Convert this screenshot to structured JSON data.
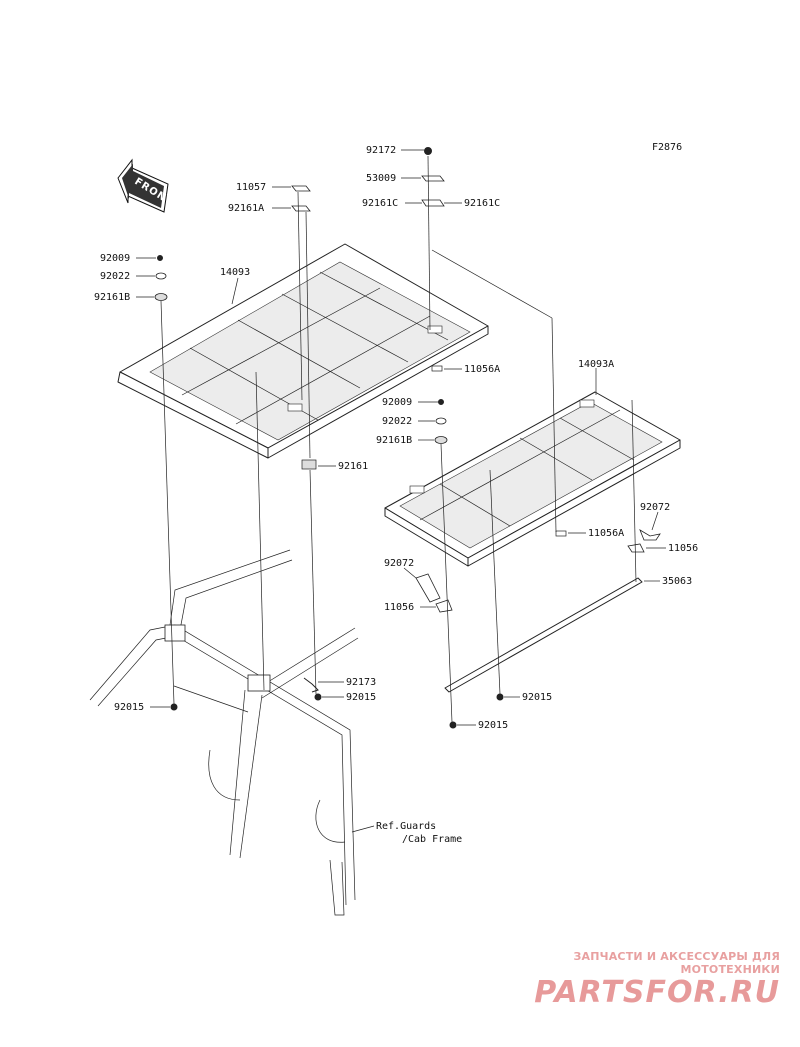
{
  "figure_code": "F2876",
  "front_badge": "FRONT",
  "parts": [
    {
      "id": "p-92172",
      "label": "92172"
    },
    {
      "id": "p-53009",
      "label": "53009"
    },
    {
      "id": "p-92161c-l",
      "label": "92161C"
    },
    {
      "id": "p-92161c-r",
      "label": "92161C"
    },
    {
      "id": "p-11057",
      "label": "11057"
    },
    {
      "id": "p-92161a",
      "label": "92161A"
    },
    {
      "id": "p-92009-a",
      "label": "92009"
    },
    {
      "id": "p-92022-a",
      "label": "92022"
    },
    {
      "id": "p-92161b-a",
      "label": "92161B"
    },
    {
      "id": "p-14093",
      "label": "14093"
    },
    {
      "id": "p-11056a-a",
      "label": "11056A"
    },
    {
      "id": "p-14093a",
      "label": "14093A"
    },
    {
      "id": "p-92009-b",
      "label": "92009"
    },
    {
      "id": "p-92022-b",
      "label": "92022"
    },
    {
      "id": "p-92161b-b",
      "label": "92161B"
    },
    {
      "id": "p-92161",
      "label": "92161"
    },
    {
      "id": "p-92072-r",
      "label": "92072"
    },
    {
      "id": "p-11056a-b",
      "label": "11056A"
    },
    {
      "id": "p-11056-r",
      "label": "11056"
    },
    {
      "id": "p-35063",
      "label": "35063"
    },
    {
      "id": "p-92072-l",
      "label": "92072"
    },
    {
      "id": "p-11056-l",
      "label": "11056"
    },
    {
      "id": "p-92173",
      "label": "92173"
    },
    {
      "id": "p-92015-c",
      "label": "92015"
    },
    {
      "id": "p-92015-a",
      "label": "92015"
    },
    {
      "id": "p-92015-d",
      "label": "92015"
    },
    {
      "id": "p-92015-b",
      "label": "92015"
    }
  ],
  "reference": {
    "line1": "Ref.Guards",
    "line2": "/Cab Frame"
  },
  "watermark": {
    "tagline": "ЗАПЧАСТИ И АКСЕССУАРЫ ДЛЯ МОТОТЕХНИКИ",
    "logo": "PARTSFOR.RU"
  }
}
